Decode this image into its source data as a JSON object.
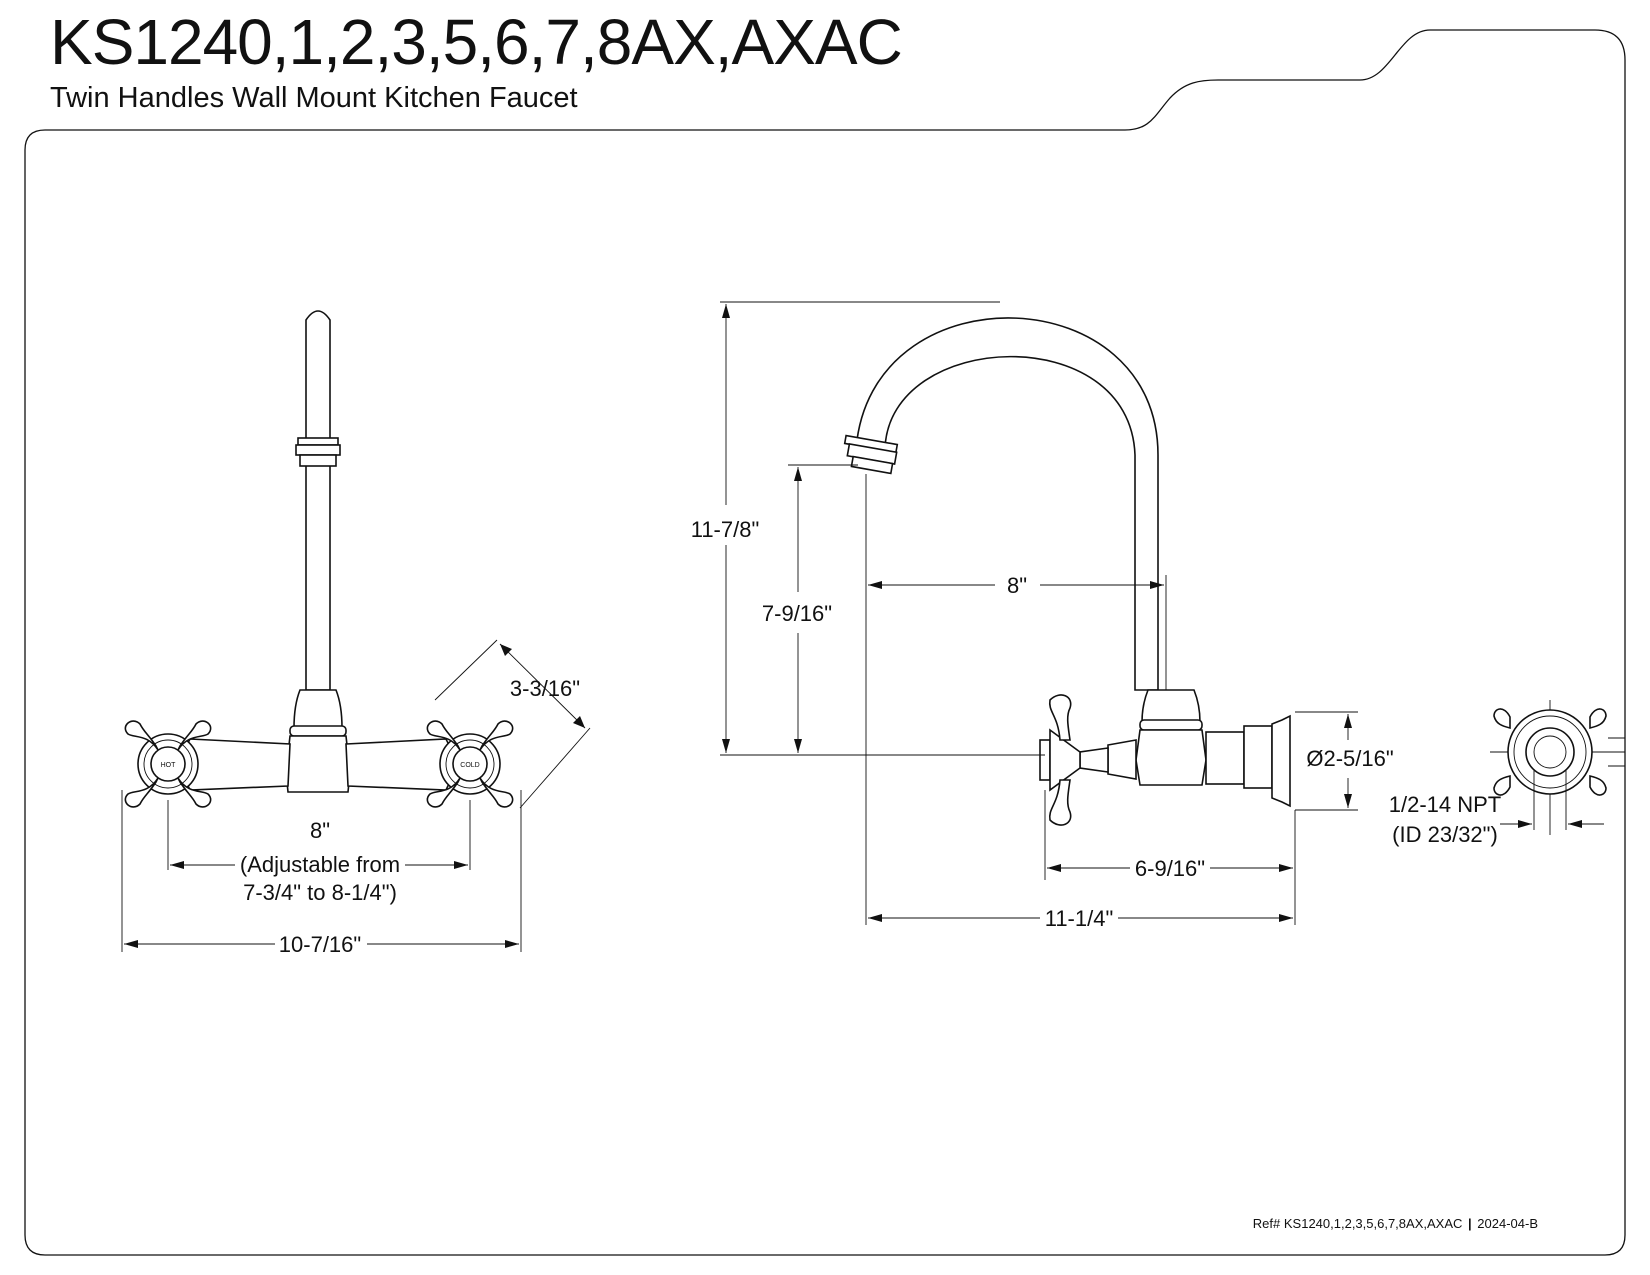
{
  "header": {
    "title": "KS1240,1,2,3,5,6,7,8AX,AXAC",
    "subtitle": "Twin Handles Wall Mount Kitchen Faucet"
  },
  "front_view": {
    "handle_labels": {
      "hot": "HOT",
      "cold": "COLD"
    },
    "dimensions": {
      "handle_height": "3-3/16\"",
      "center_spacing": "8\"",
      "adjustable_line1": "(Adjustable from",
      "adjustable_line2": "7-3/4\" to 8-1/4\")",
      "overall_width": "10-7/16\""
    }
  },
  "side_view": {
    "dimensions": {
      "overall_height": "11-7/8\"",
      "spout_height": "7-9/16\"",
      "spout_reach": "8\"",
      "flange_diameter": "Ø2-5/16\"",
      "body_depth": "6-9/16\"",
      "overall_depth": "11-1/4\""
    }
  },
  "back_view": {
    "connection_line1": "1/2-14 NPT",
    "connection_line2": "(ID 23/32\")"
  },
  "footer": {
    "ref": "Ref# KS1240,1,2,3,5,6,7,8AX,AXAC",
    "separator": "|",
    "revision": "2024-04-B"
  }
}
